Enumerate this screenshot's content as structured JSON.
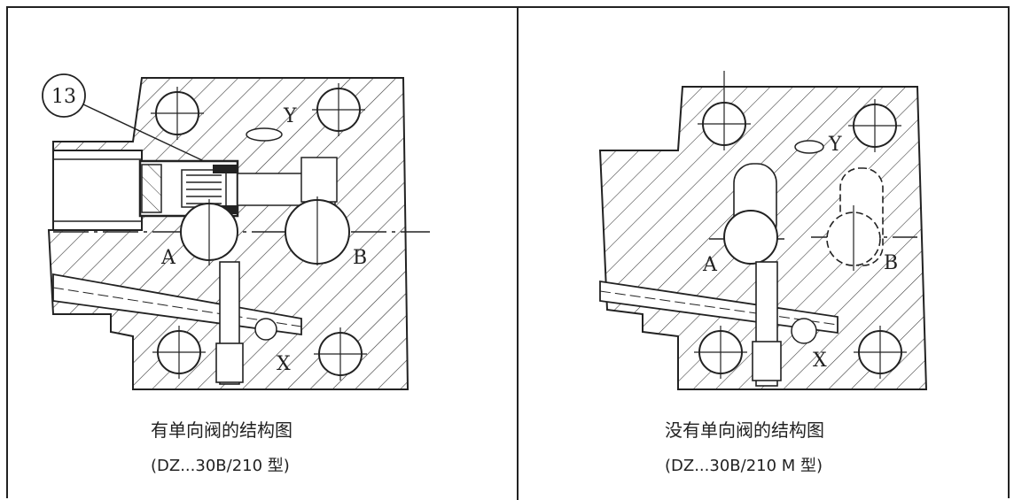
{
  "left_panel": {
    "caption": "有单向阀的结构图",
    "model": "(DZ...30B/210 型)",
    "callout": "13",
    "labels": {
      "a": "A",
      "b": "B",
      "x": "X",
      "y": "Y"
    }
  },
  "right_panel": {
    "caption": "没有单向阀的结构图",
    "model": "(DZ...30B/210 M 型)",
    "labels": {
      "a": "A",
      "b": "B",
      "x": "X",
      "y": "Y"
    }
  }
}
